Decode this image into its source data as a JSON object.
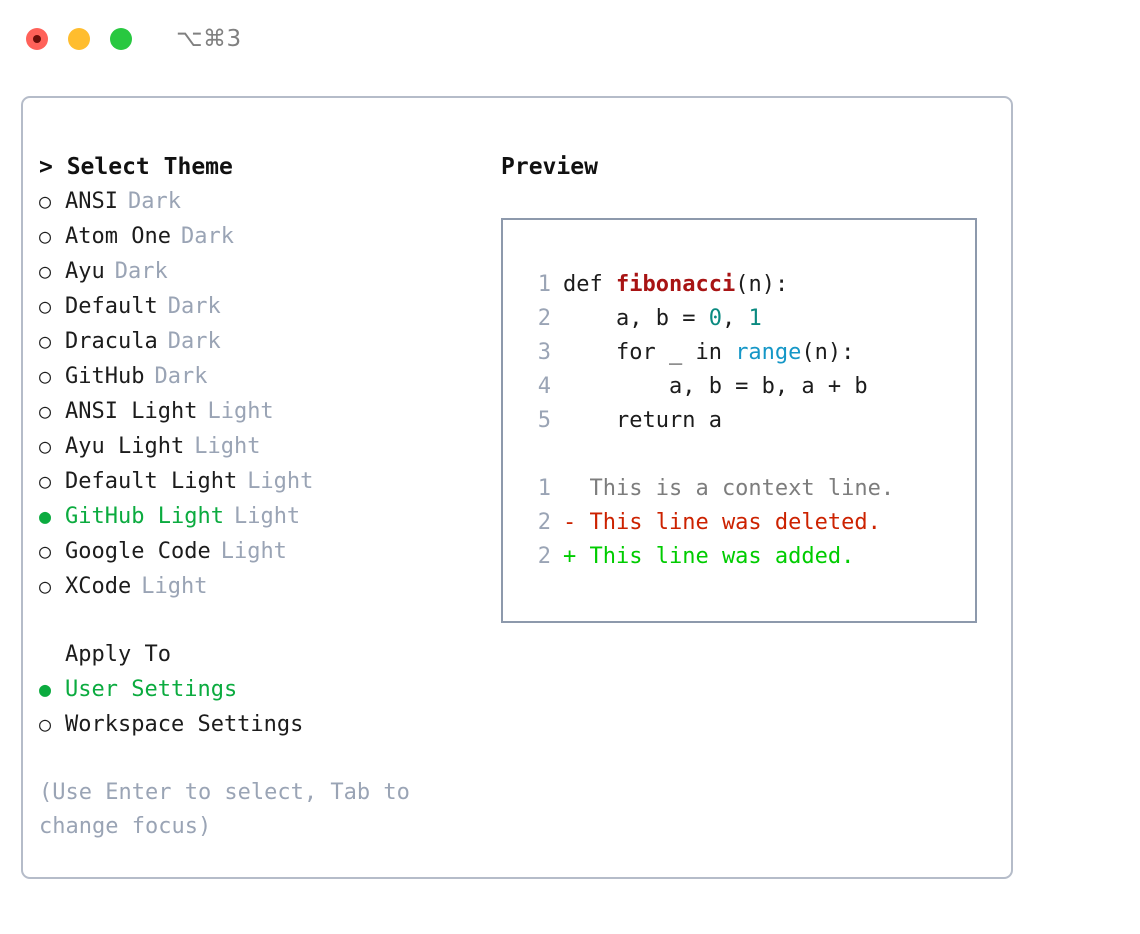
{
  "window": {
    "title": "⌥⌘3",
    "traffic_lights": [
      "close-red",
      "minimize-yellow",
      "maximize-green"
    ]
  },
  "theme_picker": {
    "heading": "> Select Theme",
    "bullet_unselected": "○",
    "bullet_selected": "●",
    "items": [
      {
        "label": "ANSI",
        "tag": "Dark",
        "selected": false
      },
      {
        "label": "Atom One",
        "tag": "Dark",
        "selected": false
      },
      {
        "label": "Ayu",
        "tag": "Dark",
        "selected": false
      },
      {
        "label": "Default",
        "tag": "Dark",
        "selected": false
      },
      {
        "label": "Dracula",
        "tag": "Dark",
        "selected": false
      },
      {
        "label": "GitHub",
        "tag": "Dark",
        "selected": false
      },
      {
        "label": "ANSI Light",
        "tag": "Light",
        "selected": false
      },
      {
        "label": "Ayu Light",
        "tag": "Light",
        "selected": false
      },
      {
        "label": "Default Light",
        "tag": "Light",
        "selected": false
      },
      {
        "label": "GitHub Light",
        "tag": "Light",
        "selected": true
      },
      {
        "label": "Google Code",
        "tag": "Light",
        "selected": false
      },
      {
        "label": "XCode",
        "tag": "Light",
        "selected": false
      }
    ]
  },
  "apply_to": {
    "heading": "Apply To",
    "items": [
      {
        "label": "User Settings",
        "selected": true
      },
      {
        "label": "Workspace Settings",
        "selected": false
      }
    ]
  },
  "hint": "(Use Enter to select, Tab to change focus)",
  "preview": {
    "title": "Preview",
    "code_lines": [
      {
        "no": "1",
        "tokens": [
          {
            "t": "def ",
            "c": "kw"
          },
          {
            "t": "fibonacci",
            "c": "fn"
          },
          {
            "t": "(n):",
            "c": "plain"
          }
        ]
      },
      {
        "no": "2",
        "tokens": [
          {
            "t": "    a, b = ",
            "c": "plain"
          },
          {
            "t": "0",
            "c": "num"
          },
          {
            "t": ", ",
            "c": "plain"
          },
          {
            "t": "1",
            "c": "num"
          }
        ]
      },
      {
        "no": "3",
        "tokens": [
          {
            "t": "    for _ in ",
            "c": "plain"
          },
          {
            "t": "range",
            "c": "call"
          },
          {
            "t": "(n):",
            "c": "plain"
          }
        ]
      },
      {
        "no": "4",
        "tokens": [
          {
            "t": "        a, b = b, a + b",
            "c": "plain"
          }
        ]
      },
      {
        "no": "5",
        "tokens": [
          {
            "t": "    return a",
            "c": "plain"
          }
        ]
      }
    ],
    "diff_lines": [
      {
        "no": "1",
        "marker": "  ",
        "text": "This is a context line.",
        "kind": "ctx"
      },
      {
        "no": "2",
        "marker": "- ",
        "text": "This line was deleted.",
        "kind": "del"
      },
      {
        "no": "2",
        "marker": "+ ",
        "text": "This line was added.",
        "kind": "add"
      }
    ]
  },
  "colors": {
    "accent_green": "#0bab3f",
    "diff_add": "#00cc00",
    "diff_del": "#cc2200",
    "tag_gray": "#9aa4b5",
    "border": "#b5bcc9",
    "code_border": "#8d99ac",
    "fn_red": "#a81414",
    "num_teal": "#0a8a80",
    "call_blue": "#1597c7"
  }
}
